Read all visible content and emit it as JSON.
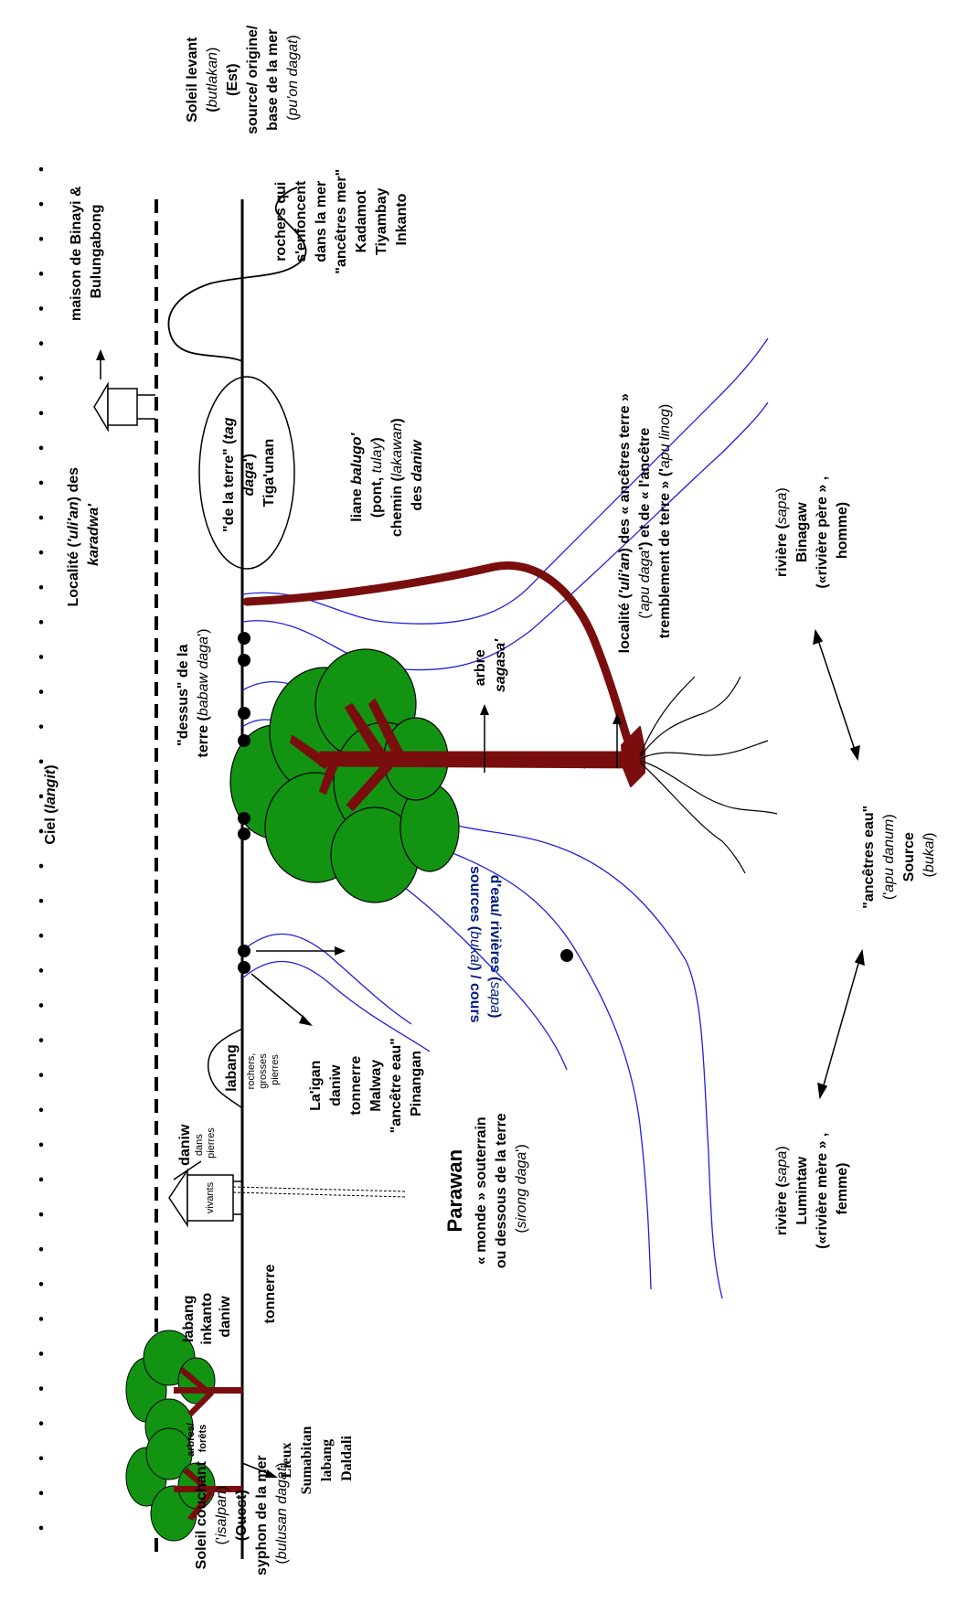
{
  "colors": {
    "tree_green": "#129412",
    "trunk_red": "#7a0e0e",
    "liane_red": "#7a0e0e",
    "river_blue": "#1f1fe0",
    "root_black": "#000000",
    "label_navy": "#001a80"
  },
  "labels": {
    "sky": {
      "t1": "Ciel (",
      "t2": "langit",
      "t3": ")"
    },
    "locality_karadwa": {
      "l1a": "Localité (",
      "l1b": "'uli'an",
      "l1c": ") des",
      "l2": "karadwa'"
    },
    "house_binayi": {
      "l1": "maison de Binayi &",
      "l2": "Bulungabong"
    },
    "sunrise": {
      "l1": "Soleil levant",
      "l2a": "(",
      "l2b": "butlakan",
      "l2c": ")",
      "l3": "(Est)",
      "l4": "source/ origine/",
      "l5": "base de la mer",
      "l6a": "(",
      "l6b": "pu'on dagat",
      "l6c": ")"
    },
    "sea_rocks": {
      "l1": "rochers qui",
      "l2": "s'enfoncent",
      "l3": "dans la mer",
      "l4": "\"ancêtres mer\"",
      "l5": "Kadamot",
      "l6": "Tiyambay",
      "l7": "Inkanto"
    },
    "de_la_terre": {
      "l1a": "\"de la terre\" (",
      "l1b": "tag",
      "l2a": "daga",
      "l2b": "')",
      "l3": "Tiga'unan"
    },
    "dessus_terre": {
      "l1a": "\"dessus\"",
      "l1b": " de la",
      "l2a": "terre (",
      "l2b": "babaw daga",
      "l2c": "')"
    },
    "liane": {
      "l1a": "liane ",
      "l1b": "balugo'",
      "l2a": "(pont, ",
      "l2b": "tulay",
      "l2c": ")",
      "l3a": "chemin (",
      "l3b": "lakawan",
      "l3c": ")",
      "l4a": "des ",
      "l4b": "daniw"
    },
    "arbre": {
      "l1": "arbre",
      "l2": "sagasa'"
    },
    "locality_earth": {
      "l1a": "localité (",
      "l1b": "'uli'an",
      "l1c": ") des « ancêtres terre »",
      "l2a": "('",
      "l2b": "apu daga",
      "l2c": "') et de « l'ancêtre",
      "l3a": "tremblement de terre » ('",
      "l3b": "apu linog",
      "l3c": ")"
    },
    "sources": {
      "l1a": "sources (",
      "l1b": "bukal",
      "l1c": ") / cours",
      "l2a": "d'eau/ rivières (",
      "l2b": "sapa",
      "l2c": ")"
    },
    "river_binagaw": {
      "l1a": "rivière (",
      "l1b": "sapa",
      "l1c": ")",
      "l2": "Binagaw",
      "l3": "(«rivière père » ,",
      "l4": "homme)"
    },
    "ancetres_eau": {
      "l1": "\"ancêtres  eau\"",
      "l2a": "('",
      "l2b": "apu danum",
      "l2c": ")",
      "l3": "Source",
      "l4a": "(",
      "l4b": "bukal",
      "l4c": ")"
    },
    "river_lumintaw": {
      "l1a": "rivière (",
      "l1b": "sapa",
      "l1c": ")",
      "l2": "Lumintaw",
      "l3": "(«rivière mère » ,",
      "l4": "femme)"
    },
    "laigan": {
      "l1": "La'igan",
      "l2": "daniw",
      "l3": "tonnerre",
      "l4": "Malway",
      "l5": "\"ancêtre eau\"",
      "l6": "Pinangan"
    },
    "labang_hill": "labang",
    "rocks_small": {
      "l1": "rochers,",
      "l2": "grosses",
      "l3": "pierres"
    },
    "daniw_stones": {
      "l1": "daniw",
      "l2": "dans",
      "l3": "pierres"
    },
    "vivants": "vivants",
    "parawan": {
      "title": "Parawan",
      "l1": "« monde » souterrain",
      "l2": "ou dessous de la terre",
      "l3a": "(",
      "l3b": "sirong daga",
      "l3c": "')"
    },
    "labang_inkanto": {
      "l1": "labang",
      "l2": "inkanto",
      "l3": "daniw"
    },
    "tonnerre": "tonnerre",
    "arbres_forets": {
      "l1": "arbres/",
      "l2": "forêts"
    },
    "lieux": {
      "l1": "Lieux",
      "l2": "Sumabitan",
      "l3": "labang",
      "l4": "Daldali"
    },
    "sunset": {
      "l1": "Soleil couchant",
      "l2a": "('",
      "l2b": "isalpan",
      "l2c": ")",
      "l3": "(Ouest)",
      "l4": "syphon de la mer",
      "l5a": "(",
      "l5b": "bulusan dagat",
      "l5c": ")"
    }
  }
}
